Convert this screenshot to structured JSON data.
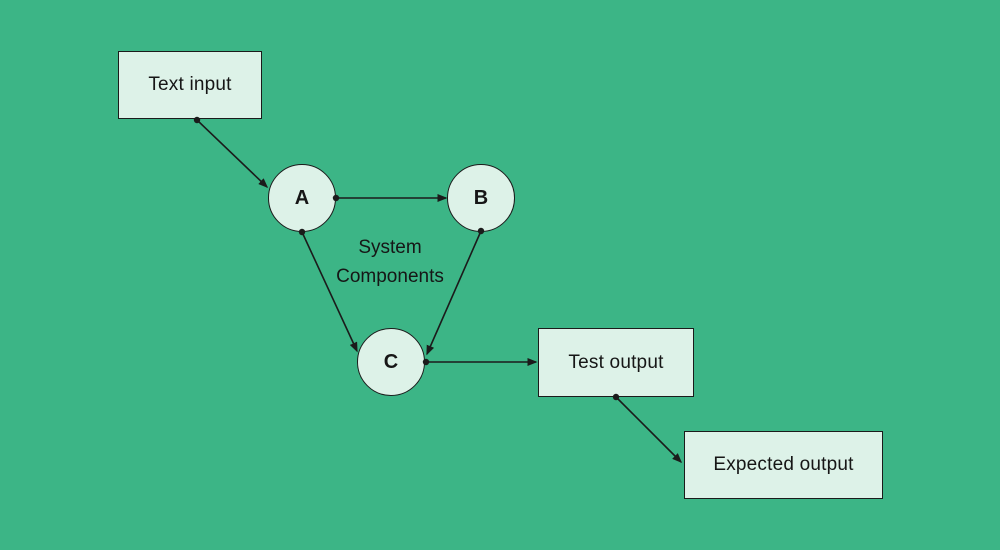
{
  "colors": {
    "bg": "#3cb586",
    "node_fill": "#ddf2e8",
    "stroke": "#1b1b1b",
    "text": "#161616"
  },
  "diagram": {
    "boxes": {
      "text_input": "Text input",
      "test_output": "Test output",
      "expected_output": "Expected output"
    },
    "circles": {
      "a": "A",
      "b": "B",
      "c": "C"
    },
    "labels": {
      "system_components": "System Components"
    }
  }
}
